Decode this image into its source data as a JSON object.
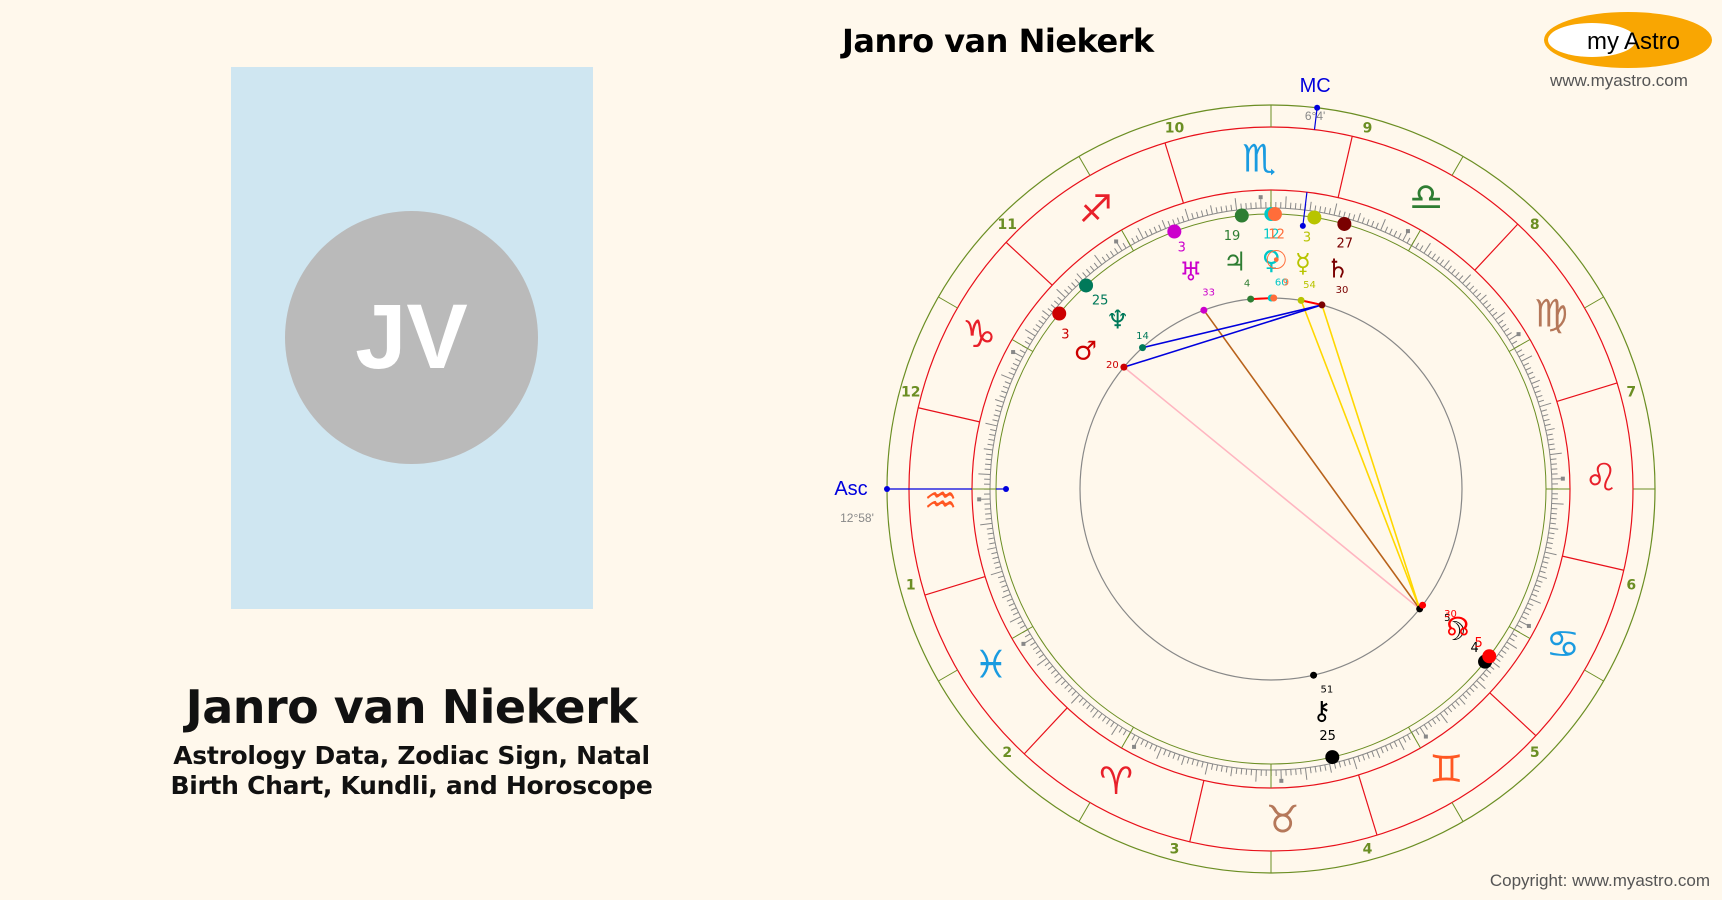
{
  "profile": {
    "initials": "JV",
    "name": "Janro van Niekerk",
    "subtitle_line1": "Astrology Data, Zodiac Sign, Natal",
    "subtitle_line2": "Birth Chart, Kundli, and Horoscope",
    "photo_bg": "#cfe6f1",
    "avatar_bg": "#bababa"
  },
  "branding": {
    "logo_my": "my",
    "logo_astro": "Astro",
    "logo_color": "#f9a602",
    "url": "www.myastro.com",
    "copyright": "Copyright: www.myastro.com"
  },
  "chart_data": {
    "type": "natal-wheel",
    "title": "Janro van Niekerk",
    "angles": {
      "asc": {
        "label": "Asc",
        "degree": "12°58'",
        "sign": "Aquarius",
        "longitude": 312.97
      },
      "mc": {
        "label": "MC",
        "degree": "6°4'",
        "sign": "Scorpio",
        "longitude": 216.07
      }
    },
    "signs": [
      {
        "name": "Aries",
        "glyph": "♈",
        "color": "#e8202a"
      },
      {
        "name": "Taurus",
        "glyph": "♉",
        "color": "#b5785a"
      },
      {
        "name": "Gemini",
        "glyph": "♊",
        "color": "#ff5722"
      },
      {
        "name": "Cancer",
        "glyph": "♋",
        "color": "#1a9be0"
      },
      {
        "name": "Leo",
        "glyph": "♌",
        "color": "#e8202a"
      },
      {
        "name": "Virgo",
        "glyph": "♍",
        "color": "#b5785a"
      },
      {
        "name": "Libra",
        "glyph": "♎",
        "color": "#2e7d32"
      },
      {
        "name": "Scorpio",
        "glyph": "♏",
        "color": "#1a9be0"
      },
      {
        "name": "Sagittarius",
        "glyph": "♐",
        "color": "#e8202a"
      },
      {
        "name": "Capricorn",
        "glyph": "♑",
        "color": "#e8202a"
      },
      {
        "name": "Aquarius",
        "glyph": "♒",
        "color": "#ff5722"
      },
      {
        "name": "Pisces",
        "glyph": "♓",
        "color": "#1a9be0"
      }
    ],
    "houses": [
      "1",
      "2",
      "3",
      "4",
      "5",
      "6",
      "7",
      "8",
      "9",
      "10",
      "11",
      "12"
    ],
    "planets": [
      {
        "name": "Uranus",
        "glyph": "♅",
        "deg": "3",
        "min": "33",
        "longitude": 243.55,
        "color": "#cc00cc"
      },
      {
        "name": "Neptune",
        "glyph": "♆",
        "deg": "25",
        "min": "14",
        "longitude": 265.23,
        "color": "#00795a"
      },
      {
        "name": "Mars",
        "glyph": "♂",
        "deg": "3",
        "min": "20",
        "longitude": 273.33,
        "color": "#cc0000"
      },
      {
        "name": "Jupiter",
        "glyph": "♃",
        "deg": "19",
        "min": "4",
        "longitude": 229.07,
        "color": "#2e7d32"
      },
      {
        "name": "Venus",
        "glyph": "♀",
        "deg": "12",
        "min": "60",
        "longitude": 222.9,
        "color": "#00c8c8"
      },
      {
        "name": "Sun",
        "glyph": "☉",
        "deg": "12",
        "min": "9",
        "longitude": 222.15,
        "color": "#ff6d3a"
      },
      {
        "name": "Mercury",
        "glyph": "☿",
        "deg": "3",
        "min": "54",
        "longitude": 213.9,
        "color": "#b8c400"
      },
      {
        "name": "Saturn",
        "glyph": "♄",
        "deg": "27",
        "min": "30",
        "longitude": 207.5,
        "color": "#7a0000"
      },
      {
        "name": "Moon",
        "glyph": "☽",
        "deg": "4",
        "min": "5",
        "longitude": 94.08,
        "color": "#000000"
      },
      {
        "name": "North Node",
        "glyph": "☊",
        "deg": "5",
        "min": "30",
        "longitude": 95.5,
        "color": "#ff0000"
      },
      {
        "name": "Chiron",
        "glyph": "⚷",
        "deg": "25",
        "min": "51",
        "longitude": 55.85,
        "color": "#000000"
      }
    ],
    "aspects": [
      {
        "from": "Mars",
        "to": "Moon",
        "type": "opposition",
        "color": "#ffb6c1"
      },
      {
        "from": "Uranus",
        "to": "Moon",
        "type": "quincunx",
        "color": "#b8621b"
      },
      {
        "from": "Mercury",
        "to": "Moon",
        "type": "trine",
        "color": "#ffd700"
      },
      {
        "from": "Saturn",
        "to": "Moon",
        "type": "trine",
        "color": "#ffd700"
      },
      {
        "from": "Neptune",
        "to": "Saturn",
        "type": "sextile",
        "color": "#0000dd"
      },
      {
        "from": "Mars",
        "to": "Saturn",
        "type": "sextile",
        "color": "#0000dd"
      },
      {
        "from": "Jupiter",
        "to": "Sun",
        "type": "conjunction",
        "color": "#ff0000"
      },
      {
        "from": "Mercury",
        "to": "Saturn",
        "type": "conjunction",
        "color": "#ff0000"
      }
    ]
  }
}
